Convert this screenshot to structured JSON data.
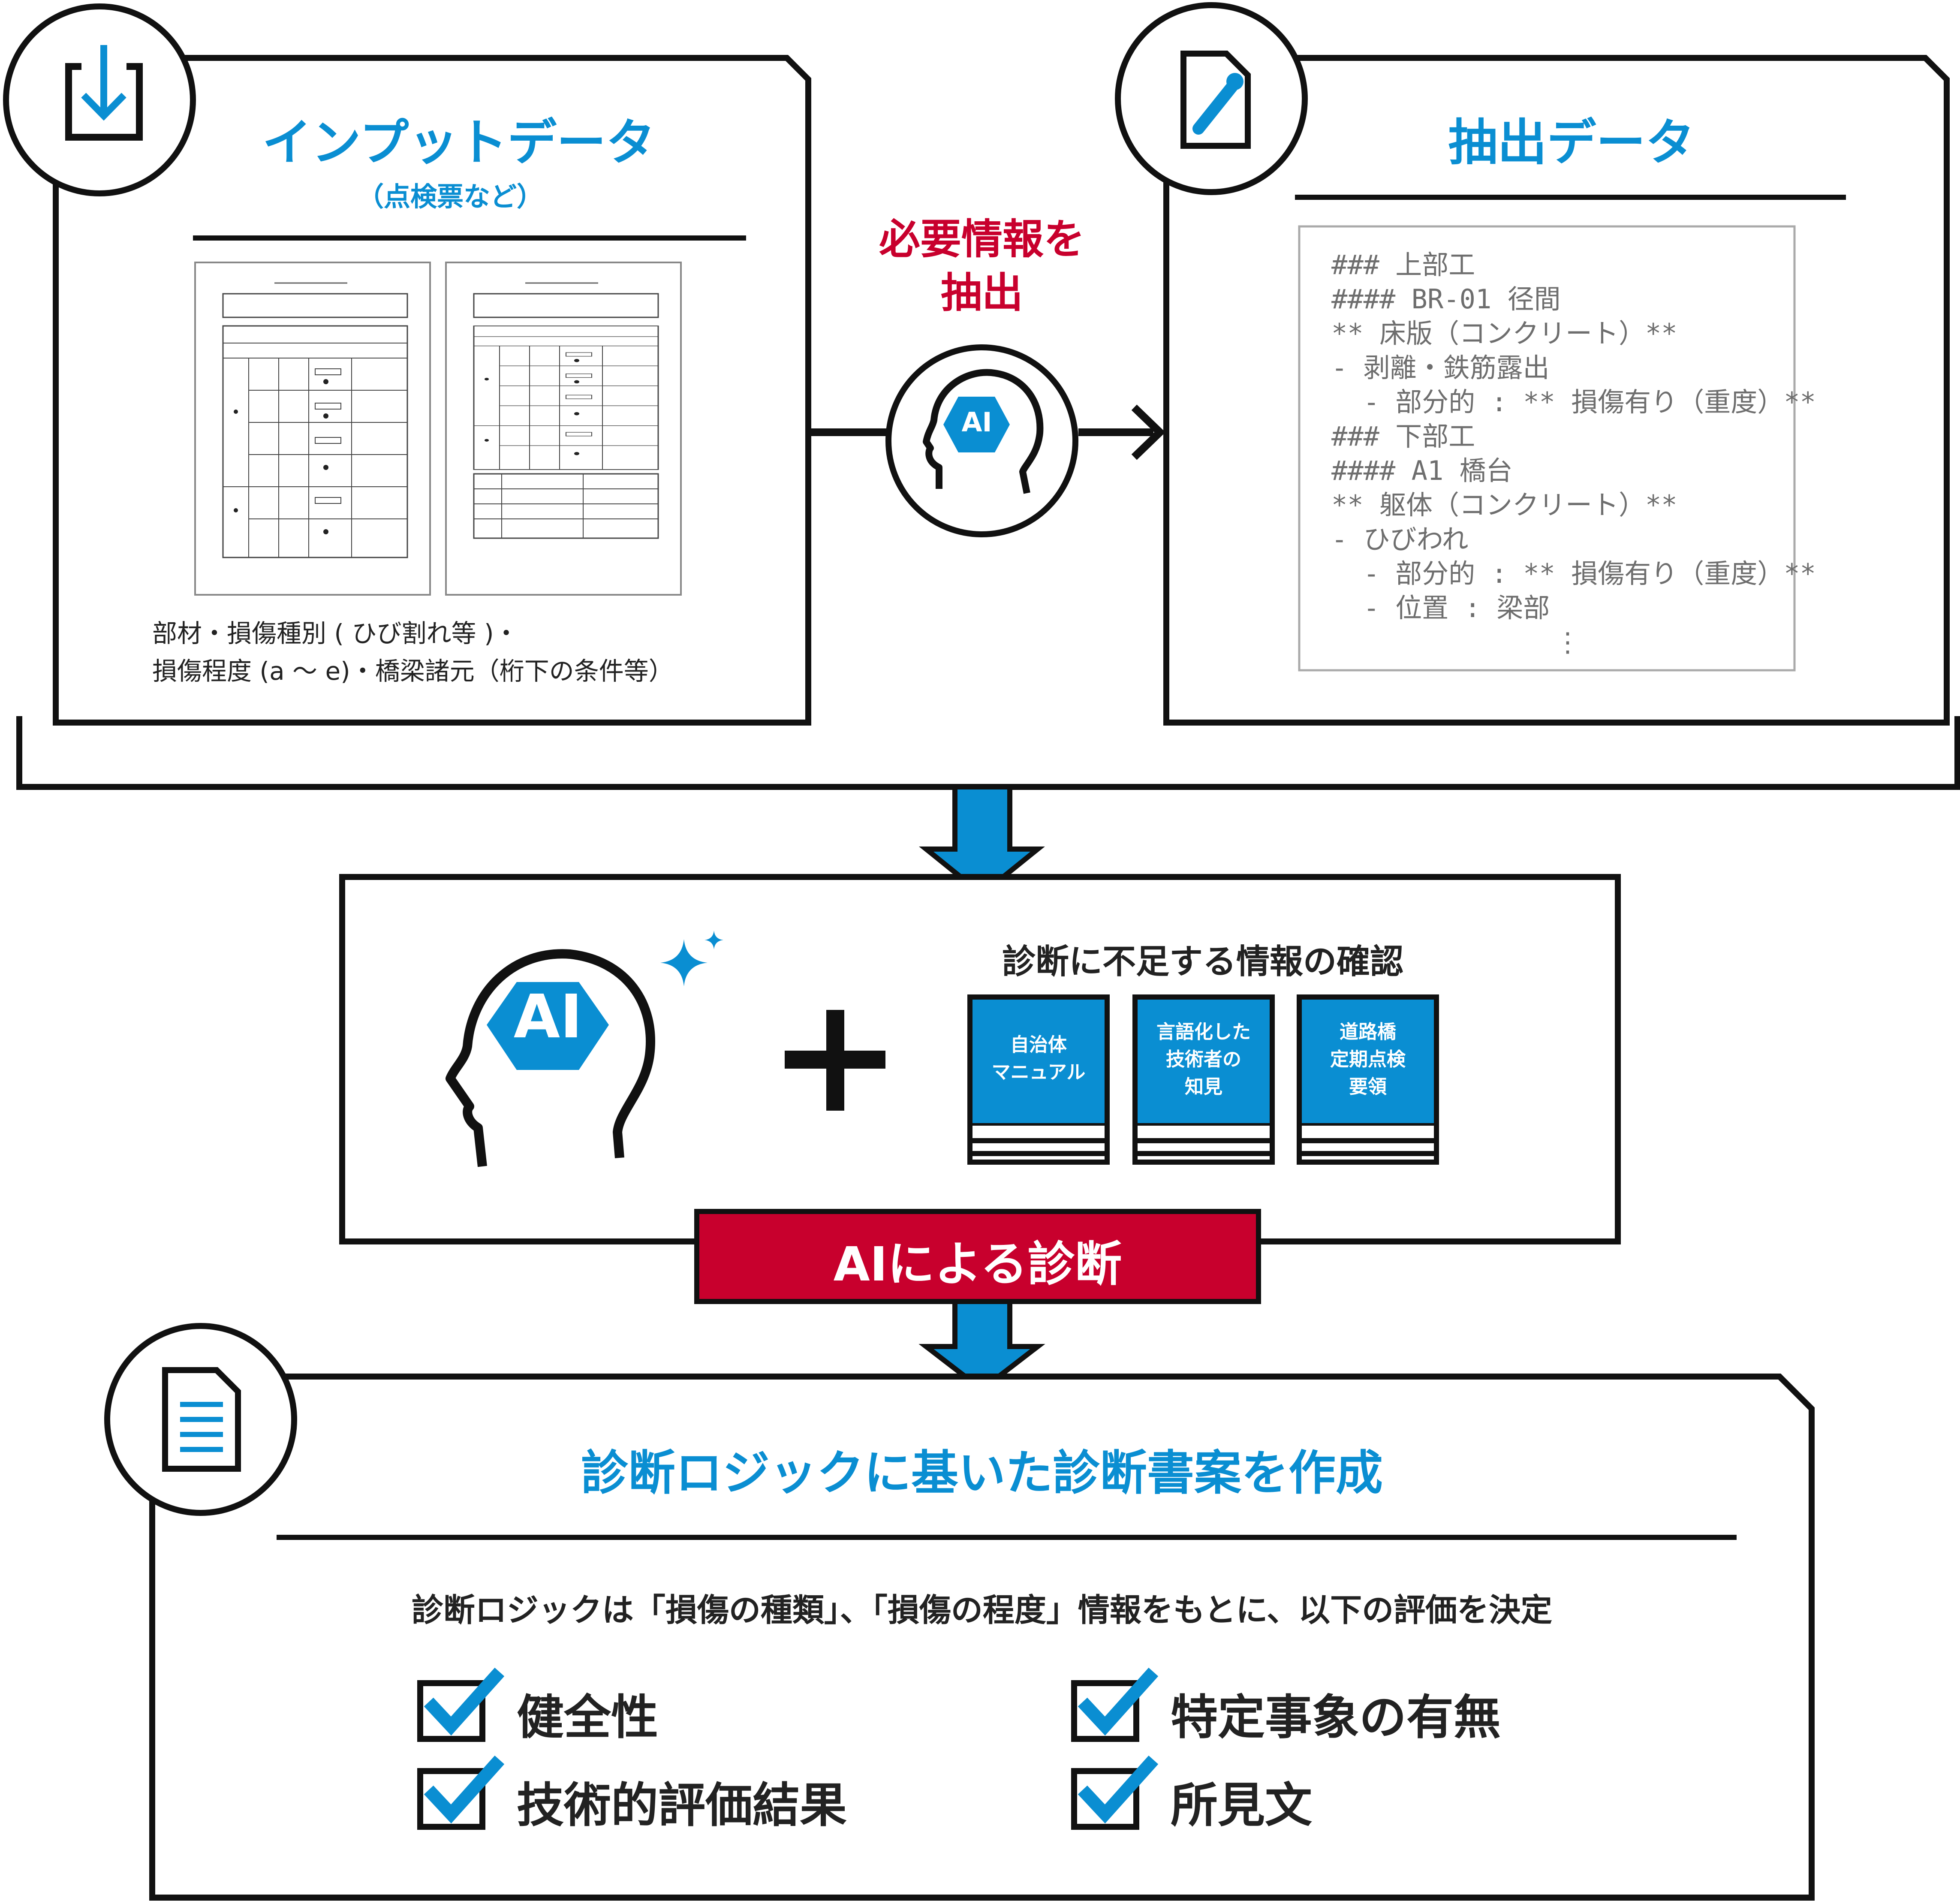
{
  "input_panel": {
    "title": "インプットデータ",
    "subtitle": "（点検票など）",
    "description_line1": "部材・損傷種別 ( ひび割れ等 )・",
    "description_line2": "損傷程度 (a 〜 e)・橋梁諸元（桁下の条件等）"
  },
  "extract_step": {
    "label_line1": "必要情報を",
    "label_line2": "抽出",
    "ai_badge": "AI"
  },
  "extracted_panel": {
    "title": "抽出データ",
    "lines": [
      "### 上部工",
      "#### BR-01 径間",
      "** 床版（コンクリート）**",
      "- 剥離・鉄筋露出",
      "  - 部分的 : ** 損傷有り（重度）**",
      "### 下部工",
      "#### A1 橋台",
      "** 躯体（コンクリート）**",
      "- ひびわれ",
      "  - 部分的 : ** 損傷有り（重度）**",
      "  - 位置 : 梁部",
      "⋮"
    ]
  },
  "diagnosis_panel": {
    "ai_badge": "AI",
    "plus_symbol": "+",
    "knowledge_title": "診断に不足する情報の確認",
    "books": [
      "自治体\nマニュアル",
      "言語化した\n技術者の\n知見",
      "道路橋\n定期点検\n要領"
    ],
    "banner": "AIによる診断"
  },
  "output_panel": {
    "title": "診断ロジックに基いた診断書案を作成",
    "description": "診断ロジックは「損傷の種類」、「損傷の程度」情報をもとに、以下の評価を決定",
    "checks": [
      "健全性",
      "特定事象の有無",
      "技術的評価結果",
      "所見文"
    ]
  },
  "colors": {
    "accent_blue": "#0a8ed2",
    "accent_red": "#c8002d",
    "outline": "#111111"
  },
  "icons": [
    "download-icon",
    "eyedropper-icon",
    "document-icon",
    "ai-head-icon",
    "sparkle-icon",
    "checkbox-icon"
  ]
}
